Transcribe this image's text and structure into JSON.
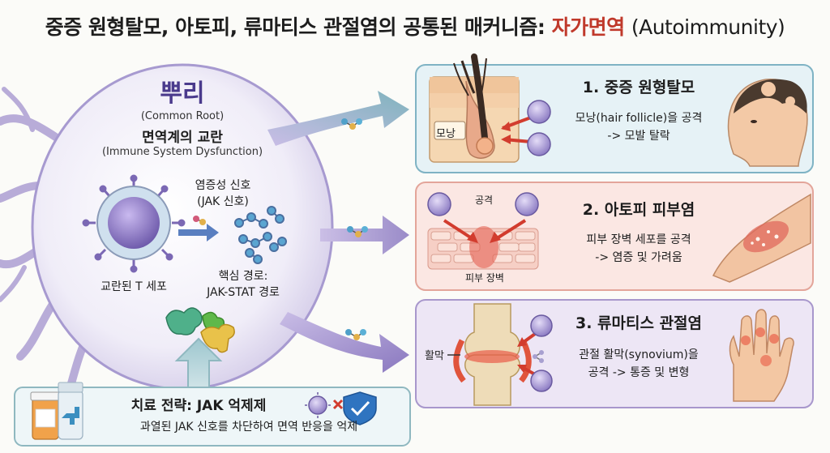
{
  "header": {
    "title_main": "중증 원형탈모, 아토피, 류마티스 관절염의 공통된 매커니즘:",
    "title_accent": "자가면역",
    "title_paren": "(Autoimmunity)"
  },
  "root": {
    "title": "뿌리",
    "subtitle": "(Common Root)",
    "heading": "면역계의 교란",
    "heading_en": "(Immune System Dysfunction)",
    "signal_label_1": "염증성 신호",
    "signal_label_2": "(JAK 신호)",
    "cell_label": "교란된 T 세포",
    "pathway_label_1": "핵심 경로:",
    "pathway_label_2": "JAK-STAT 경로"
  },
  "panels": [
    {
      "title": "1. 중증 원형탈모",
      "tissue_label": "모낭",
      "desc_1": "모낭(hair follicle)을 공격",
      "desc_2": "-> 모발 탈락"
    },
    {
      "title": "2. 아토피 피부염",
      "attack_label": "공격",
      "tissue_label": "피부 장벽",
      "desc_1": "피부 장벽 세포를 공격",
      "desc_2": "-> 염증 및 가려움"
    },
    {
      "title": "3. 류마티스 관절염",
      "tissue_label": "활막",
      "desc_1": "관절 활막(synovium)을",
      "desc_2": "공격 -> 통증 및 변형"
    }
  ],
  "treatment": {
    "title": "치료 전략: JAK 억제제",
    "desc": "과열된 JAK 신호를 차단하여 면역 반응을 억제"
  },
  "icons": [
    "t-cell-icon",
    "jak-signal-icon",
    "hair-follicle-icon",
    "bald-head-icon",
    "skin-barrier-icon",
    "eczema-arm-icon",
    "joint-icon",
    "inflamed-hand-icon",
    "medicine-bottle-icon",
    "shield-check-icon"
  ],
  "colors": {
    "accent": "#c0392b",
    "panel1_bg": "#e6f2f6",
    "panel2_bg": "#fbe7e3",
    "panel3_bg": "#ede6f5",
    "cell_purple": "#8f7bc0",
    "treatment_bg": "#eef6f8"
  }
}
